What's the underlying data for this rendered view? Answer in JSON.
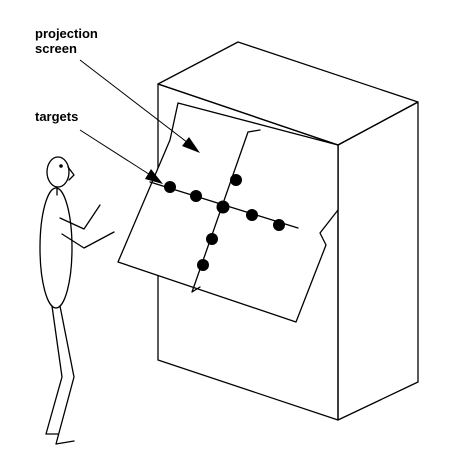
{
  "labels": {
    "projection_line1": "projection",
    "projection_line2": "screen",
    "targets": "targets"
  },
  "colors": {
    "ink": "#000000",
    "background": "#ffffff"
  }
}
